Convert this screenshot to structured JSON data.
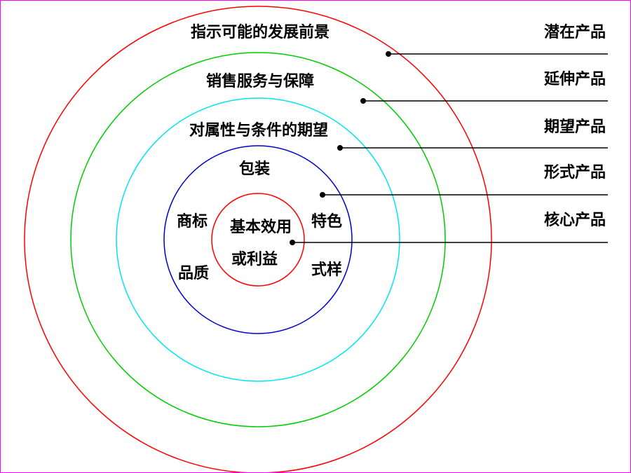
{
  "layers": [
    {
      "id": "potential",
      "name": "潜在产品",
      "ring_text": "指示可能的发展前景",
      "color": "#ff0000"
    },
    {
      "id": "augmented",
      "name": "延伸产品",
      "ring_text": "销售服务与保障",
      "color": "#00cc00"
    },
    {
      "id": "expected",
      "name": "期望产品",
      "ring_text": "对属性与条件的期望",
      "color": "#00e5ee"
    },
    {
      "id": "formal",
      "name": "形式产品",
      "ring_text": "包装",
      "color": "#0000cc"
    },
    {
      "id": "core",
      "name": "核心产品",
      "ring_text": "",
      "color": "#ff0000"
    }
  ],
  "formal_attributes": [
    "商标",
    "品质",
    "特色",
    "式样"
  ],
  "core_text": [
    "基本效用",
    "或利益"
  ]
}
